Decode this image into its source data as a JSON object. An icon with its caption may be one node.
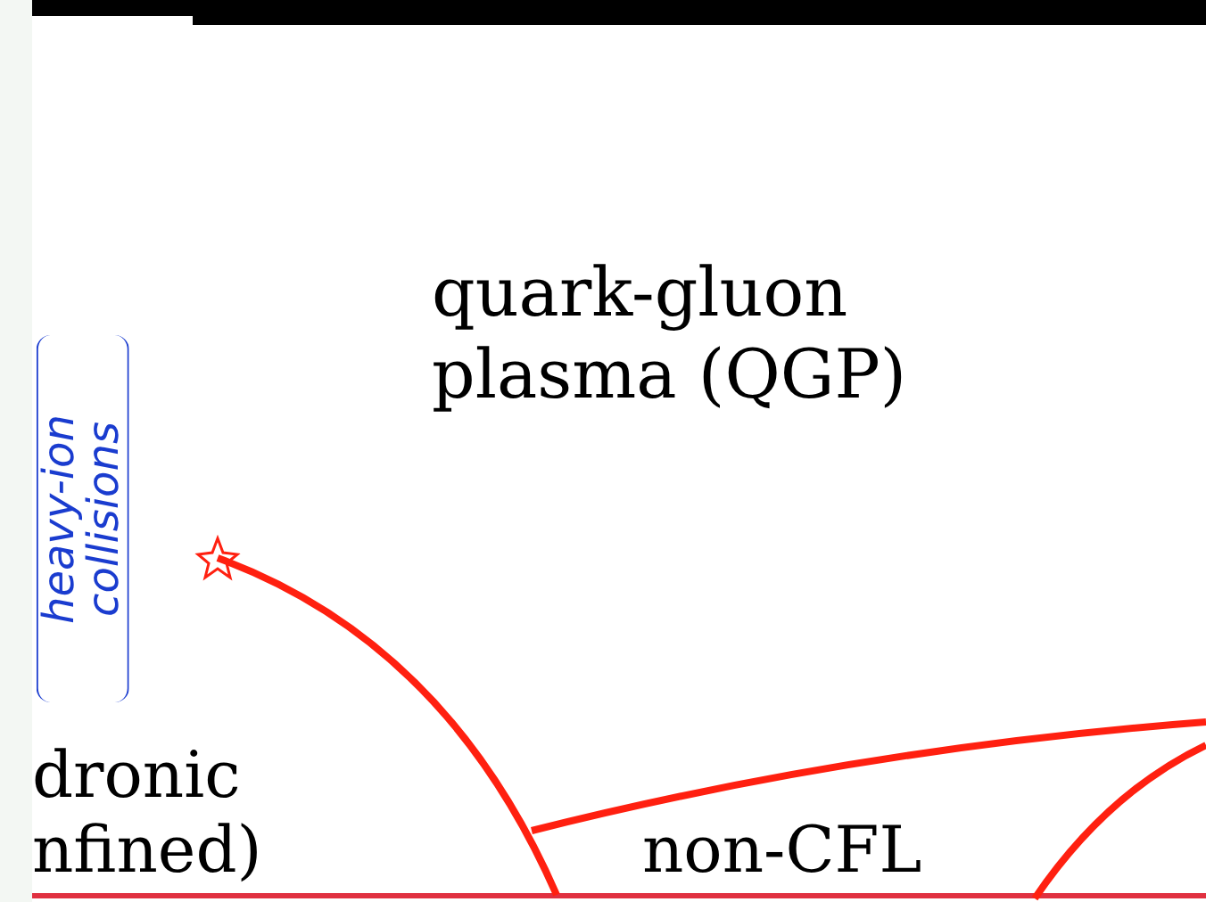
{
  "diagram": {
    "labels": [
      "quark-gluon plasma (QGP)",
      "heavy-ion collisions",
      "dronic",
      "nfined)",
      "non-CFL"
    ]
  }
}
